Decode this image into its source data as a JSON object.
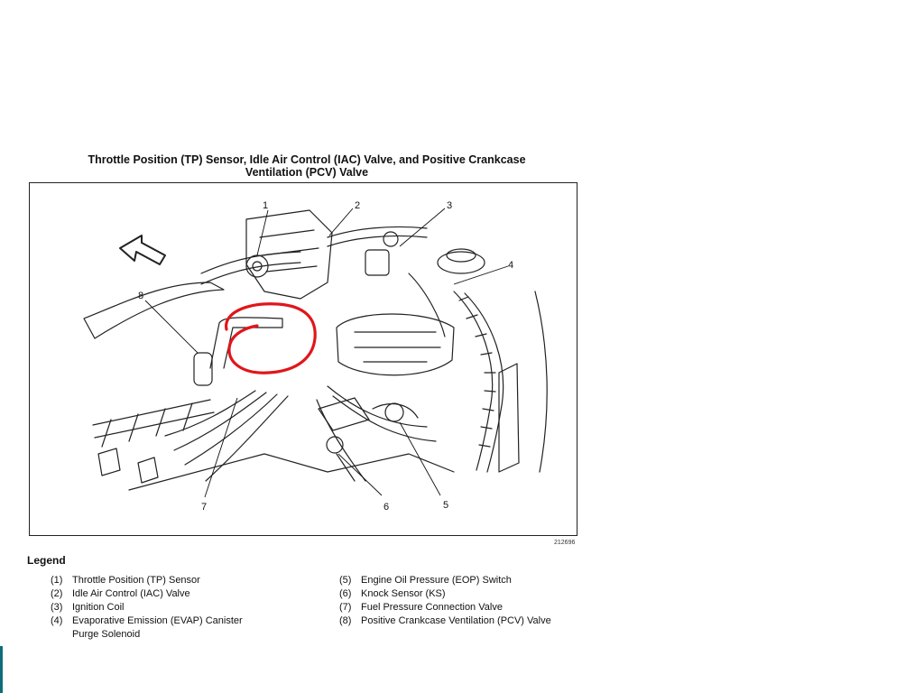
{
  "title_line1": "Throttle Position (TP) Sensor, Idle Air Control (IAC) Valve, and Positive Crankcase",
  "title_line2": "Ventilation (PCV) Valve",
  "figure_id": "212696",
  "callouts": [
    "1",
    "2",
    "3",
    "4",
    "5",
    "6",
    "7",
    "8"
  ],
  "legend": {
    "heading": "Legend",
    "items": [
      {
        "num": "(1)",
        "text": "Throttle Position (TP) Sensor"
      },
      {
        "num": "(2)",
        "text": "Idle Air Control (IAC) Valve"
      },
      {
        "num": "(3)",
        "text": "Ignition Coil"
      },
      {
        "num": "(4)",
        "text": "Evaporative Emission (EVAP) Canister Purge Solenoid"
      },
      {
        "num": "(5)",
        "text": "Engine Oil Pressure (EOP) Switch"
      },
      {
        "num": "(6)",
        "text": "Knock Sensor (KS)"
      },
      {
        "num": "(7)",
        "text": "Fuel Pressure Connection Valve"
      },
      {
        "num": "(8)",
        "text": "Positive Crankcase Ventilation (PCV) Valve"
      }
    ]
  },
  "highlight_color": "#e0161b"
}
